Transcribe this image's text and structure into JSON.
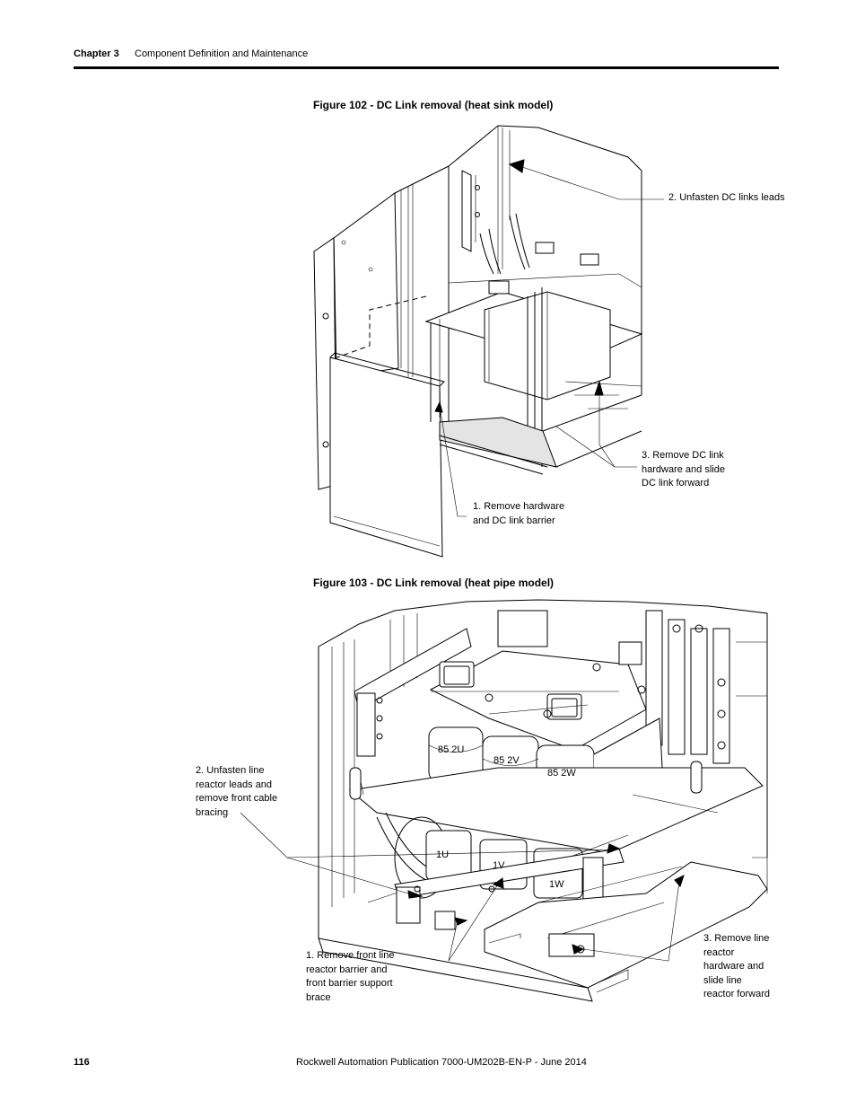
{
  "header": {
    "chapter": "Chapter 3",
    "title": "Component Definition and Maintenance"
  },
  "figures": [
    {
      "caption": "Figure 102 - DC Link removal (heat sink model)",
      "callouts": [
        "2. Unfasten DC links leads",
        "3. Remove DC link hardware and slide DC link forward",
        "1. Remove hardware and DC link barrier"
      ]
    },
    {
      "caption": "Figure 103 - DC Link removal (heat pipe model)",
      "callouts": [
        "2. Unfasten line reactor leads and remove front cable bracing",
        "1. Remove front line reactor barrier and front barrier support brace",
        "3. Remove line reactor hardware and slide line reactor forward"
      ],
      "reactor_labels": [
        "85 2U",
        "85 2V",
        "85 2W",
        "1U",
        "1V",
        "1W"
      ]
    }
  ],
  "footer": {
    "page_number": "116",
    "publication": "Rockwell Automation Publication 7000-UM202B-EN-P - June 2014"
  }
}
